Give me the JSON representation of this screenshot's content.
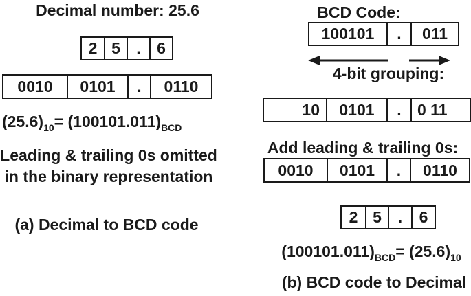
{
  "colors": {
    "ink": "#1a1a1a",
    "background": "#ffffff"
  },
  "icons": {
    "left_arrow": "long left arrow",
    "right_arrow": "long right arrow"
  },
  "panel_a": {
    "title": "Decimal number: 25.6",
    "digit_row": [
      "2",
      "5",
      ".",
      "6"
    ],
    "bcd_row": [
      "0010",
      "0101",
      ".",
      "0110"
    ],
    "formula": {
      "m1": "(25.6)",
      "s1": "10",
      "m2": "= (100101.011)",
      "s2": "BCD"
    },
    "note_line1": "Leading & trailing 0s omitted",
    "note_line2": "in the binary representation",
    "caption": "(a) Decimal to BCD code"
  },
  "panel_b": {
    "header": "BCD Code:",
    "code_row": [
      "100101",
      ".",
      "011"
    ],
    "grouping_label": "4-bit grouping:",
    "grouped_row": [
      "10",
      "0101",
      ".",
      "0 11"
    ],
    "pad_label": "Add leading & trailing 0s:",
    "padded_row": [
      "0010",
      "0101",
      ".",
      "0110"
    ],
    "digit_row": [
      "2",
      "5",
      ".",
      "6"
    ],
    "formula": {
      "m1": "(100101.011)",
      "s1": "BCD",
      "m2": "= (25.6)",
      "s2": "10"
    },
    "caption": "(b) BCD code to Decimal"
  }
}
